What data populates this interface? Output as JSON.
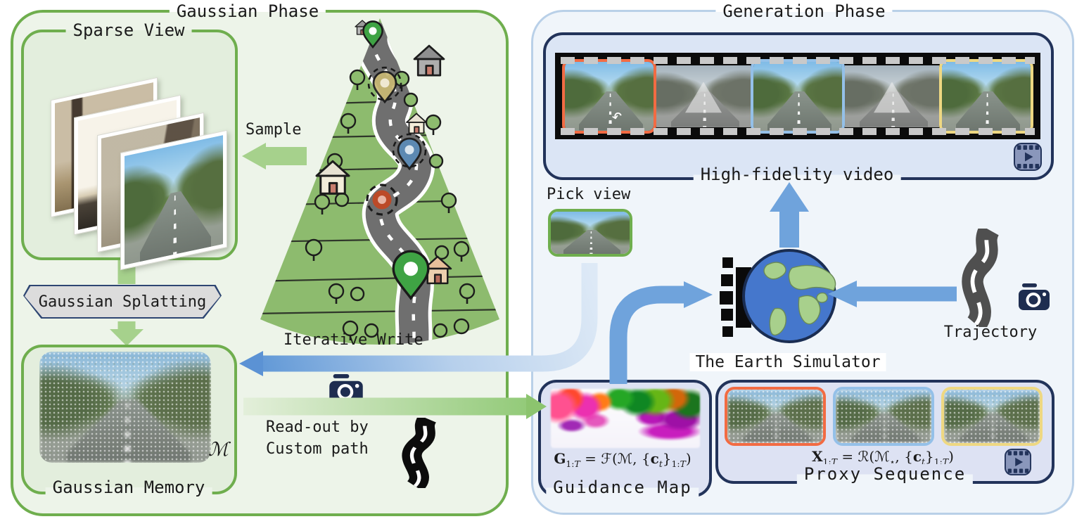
{
  "colors": {
    "green_border": "#6fae4e",
    "green_arrow": "#a6d18c",
    "green_arrow_dark": "#8cc46e",
    "blue_arrow": "#5f97d6",
    "navy": "#22335a",
    "frame_orange": "#f26b43",
    "frame_blue": "#94c0e8",
    "frame_yellow": "#eed882"
  },
  "gaussian": {
    "title": "Gaussian Phase",
    "sparse_view_label": "Sparse View",
    "sample_label": "Sample",
    "splatting_label": "Gaussian Splatting",
    "memory_label": "Gaussian Memory",
    "memory_symbol": "ℳ",
    "iterative_write_label": "Iterative Write",
    "readout_line1": "Read-out by",
    "readout_line2": "Custom path"
  },
  "generation": {
    "title": "Generation Phase",
    "video_label": "High-fidelity video",
    "pick_view_label": "Pick view",
    "earth_label": "The Earth Simulator",
    "trajectory_label": "Trajectory",
    "guidance": {
      "label": "Guidance Map",
      "formula": [
        {
          "t": "G",
          "b": 1
        },
        {
          "t": "1:",
          "sub": 1
        },
        {
          "t": "T",
          "sub": 1,
          "i": 1
        },
        {
          "t": " = "
        },
        {
          "t": "ℱ"
        },
        {
          "t": "("
        },
        {
          "t": "ℳ"
        },
        {
          "t": ", {"
        },
        {
          "t": "c",
          "b": 1
        },
        {
          "t": "t",
          "sub": 1,
          "i": 1
        },
        {
          "t": "}"
        },
        {
          "t": "1:",
          "sub": 1
        },
        {
          "t": "T",
          "sub": 1,
          "i": 1
        },
        {
          "t": ")"
        }
      ]
    },
    "proxy": {
      "label": "Proxy Sequence",
      "formula": [
        {
          "t": "X",
          "b": 1
        },
        {
          "t": "1:",
          "sub": 1
        },
        {
          "t": "T",
          "sub": 1,
          "i": 1
        },
        {
          "t": " = "
        },
        {
          "t": "ℛ"
        },
        {
          "t": "("
        },
        {
          "t": "ℳ"
        },
        {
          "t": "⋆",
          "sub": 1
        },
        {
          "t": ", {"
        },
        {
          "t": "c",
          "b": 1
        },
        {
          "t": "t",
          "sub": 1,
          "i": 1
        },
        {
          "t": "}"
        },
        {
          "t": "1:",
          "sub": 1
        },
        {
          "t": "T",
          "sub": 1,
          "i": 1
        },
        {
          "t": ")"
        }
      ]
    }
  }
}
